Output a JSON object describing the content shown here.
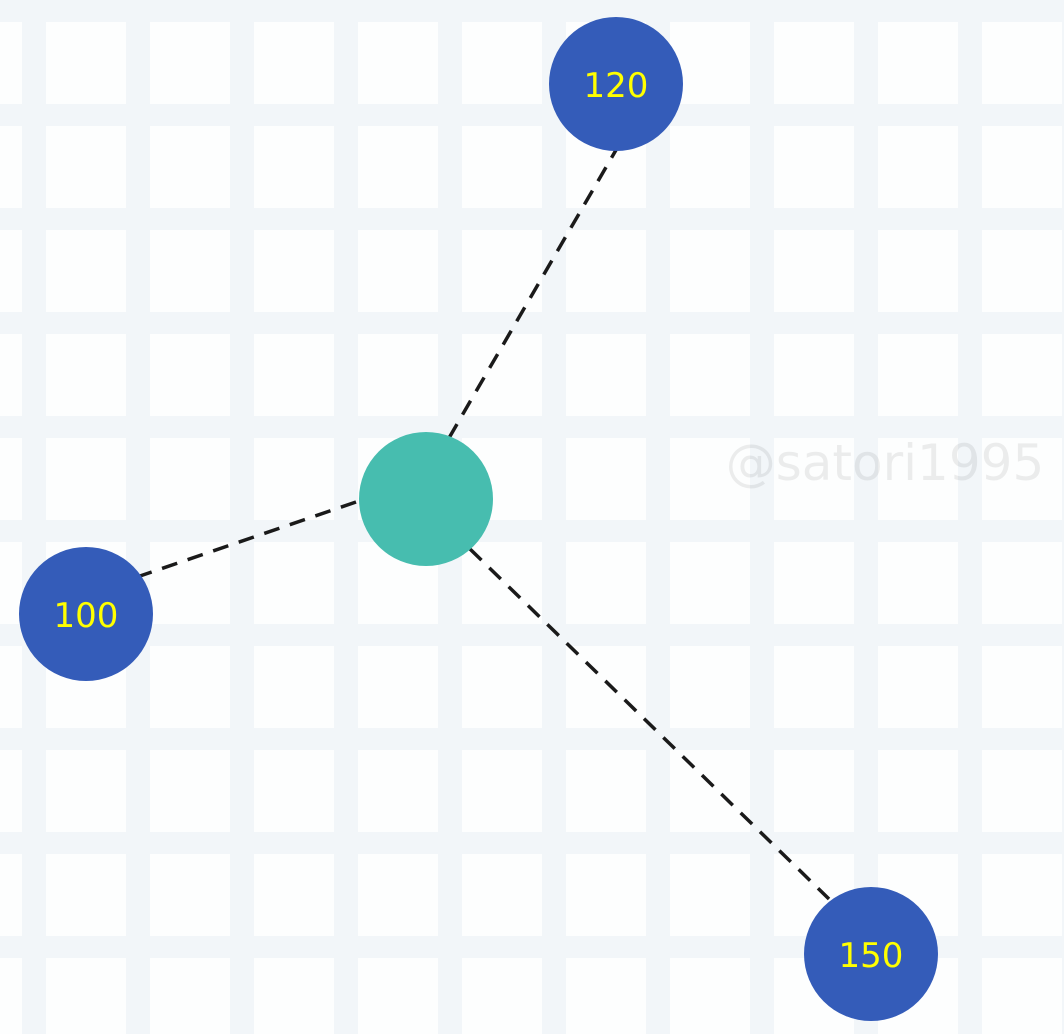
{
  "diagram": {
    "hub": {
      "color": "#47bdaf"
    },
    "leaf_color": "#345cb9",
    "label_color": "#ffff00",
    "edge_style": "dashed",
    "leaves": [
      {
        "id": "top",
        "label": "120"
      },
      {
        "id": "left",
        "label": "100"
      },
      {
        "id": "bottom-right",
        "label": "150"
      }
    ]
  },
  "watermark": {
    "text": "@satori1995"
  }
}
